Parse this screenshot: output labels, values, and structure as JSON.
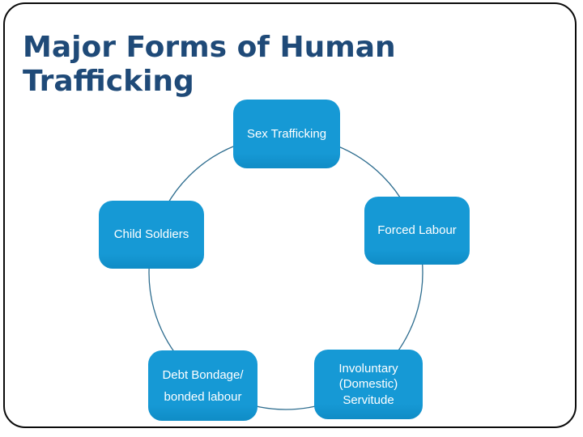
{
  "slide": {
    "title": "Major Forms of Human Trafficking",
    "colors": {
      "title_text": "#1f4a78",
      "box_fill": "#1699d5",
      "box_text": "#ffffff",
      "circle_stroke": "#2e6d8f",
      "frame_border": "#0b0b0b",
      "background": "#ffffff"
    },
    "diagram": {
      "type": "cycle",
      "nodes": [
        {
          "id": "sex-trafficking",
          "lines": [
            "Sex Trafficking"
          ]
        },
        {
          "id": "forced-labour",
          "lines": [
            "Forced Labour"
          ]
        },
        {
          "id": "involuntary-domestic-servitude",
          "lines": [
            "Involuntary",
            "(Domestic)",
            "Servitude"
          ]
        },
        {
          "id": "debt-bondage-bonded-labour",
          "lines": [
            "Debt Bondage/",
            "bonded labour"
          ]
        },
        {
          "id": "child-soldiers",
          "lines": [
            "Child Soldiers"
          ]
        }
      ]
    }
  }
}
